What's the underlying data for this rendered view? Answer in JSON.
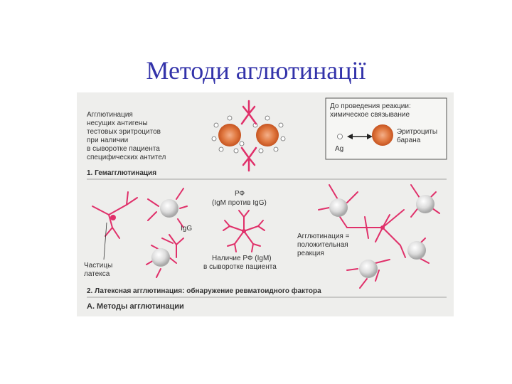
{
  "slide": {
    "title": "Методи аглютинації"
  },
  "figure": {
    "section1": {
      "description_lines": [
        "Агглютинация",
        "несущих антигены",
        "тестовых эритроцитов",
        "при наличии",
        "в сыворотке пациента",
        "специфических антител"
      ],
      "heading": "1. Гемагглютинация",
      "legend_box": {
        "title_lines": [
          "До проведения реакции:",
          "химическое связывание"
        ],
        "ag_label": "Ag",
        "rbc_label_lines": [
          "Эритроциты",
          "барана"
        ]
      }
    },
    "section2": {
      "rf_label_lines": [
        "РФ",
        "(IgM против IgG)"
      ],
      "igg_label": "IgG",
      "latex_label_lines": [
        "Частицы",
        "латекса"
      ],
      "rf_presence_lines": [
        "Наличие РФ (IgM)",
        "в сыворотке пациента"
      ],
      "agglutination_lines": [
        "Агглютинация =",
        "положительная",
        "реакция"
      ],
      "heading": "2. Латексная агглютинация: обнаружение ревматоидного фактора"
    },
    "panel_title": "А. Методы агглютинации",
    "colors": {
      "antibody": "#e0306a",
      "erythrocyte": "#d8602c",
      "latex": "#d9d9d9",
      "background": "#eeeeec"
    }
  }
}
